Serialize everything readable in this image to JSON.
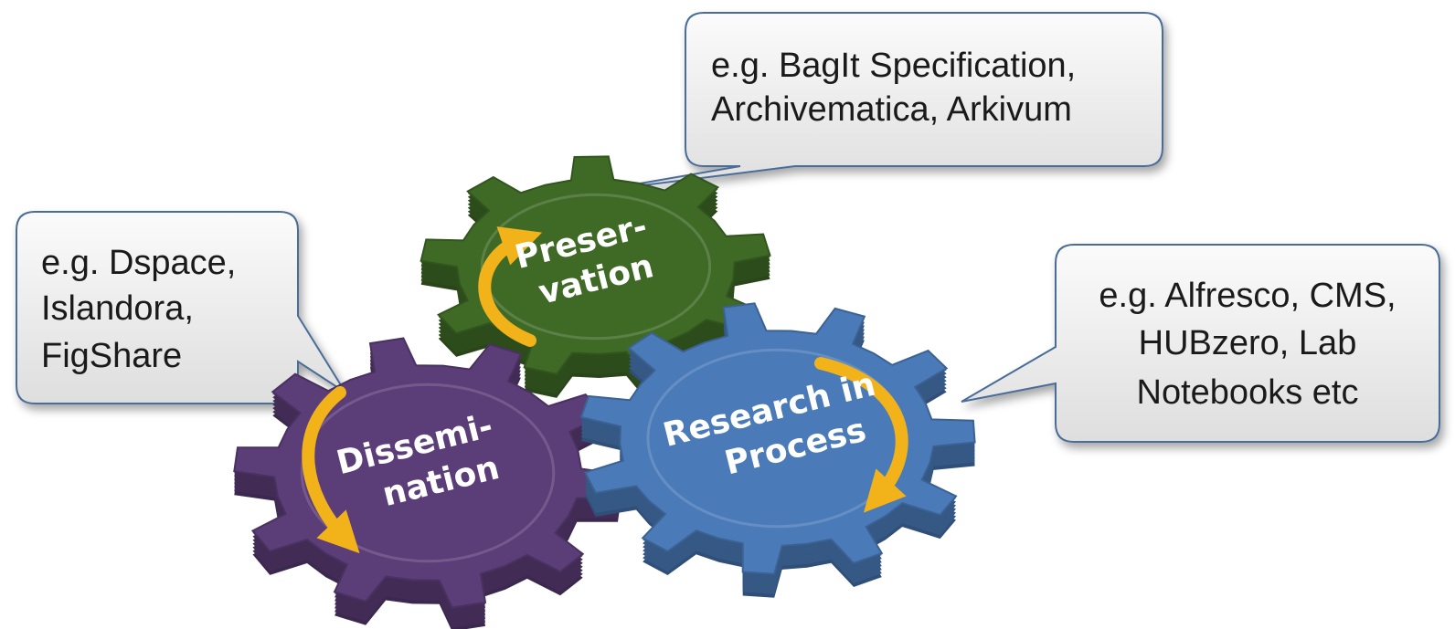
{
  "colors": {
    "preservation": "#3f6a26",
    "dissemination": "#5b3d78",
    "research": "#4a7ab8",
    "arrow": "#f2b21a",
    "callout_fill": "#efefef",
    "callout_border": "#4a6d98"
  },
  "gears": {
    "preservation": {
      "line1": "Preser-",
      "line2": "vation"
    },
    "dissemination": {
      "line1": "Dissemi-",
      "line2": "nation"
    },
    "research": {
      "line1": "Research in",
      "line2": "Process"
    }
  },
  "callouts": {
    "preservation": {
      "line1": "e.g. BagIt Specification,",
      "line2": "Archivematica, Arkivum"
    },
    "dissemination": {
      "line1": "e.g. Dspace,",
      "line2": "Islandora,",
      "line3": "FigShare"
    },
    "research": {
      "line1": "e.g. Alfresco, CMS,",
      "line2": "HUBzero, Lab",
      "line3": "Notebooks etc"
    }
  }
}
